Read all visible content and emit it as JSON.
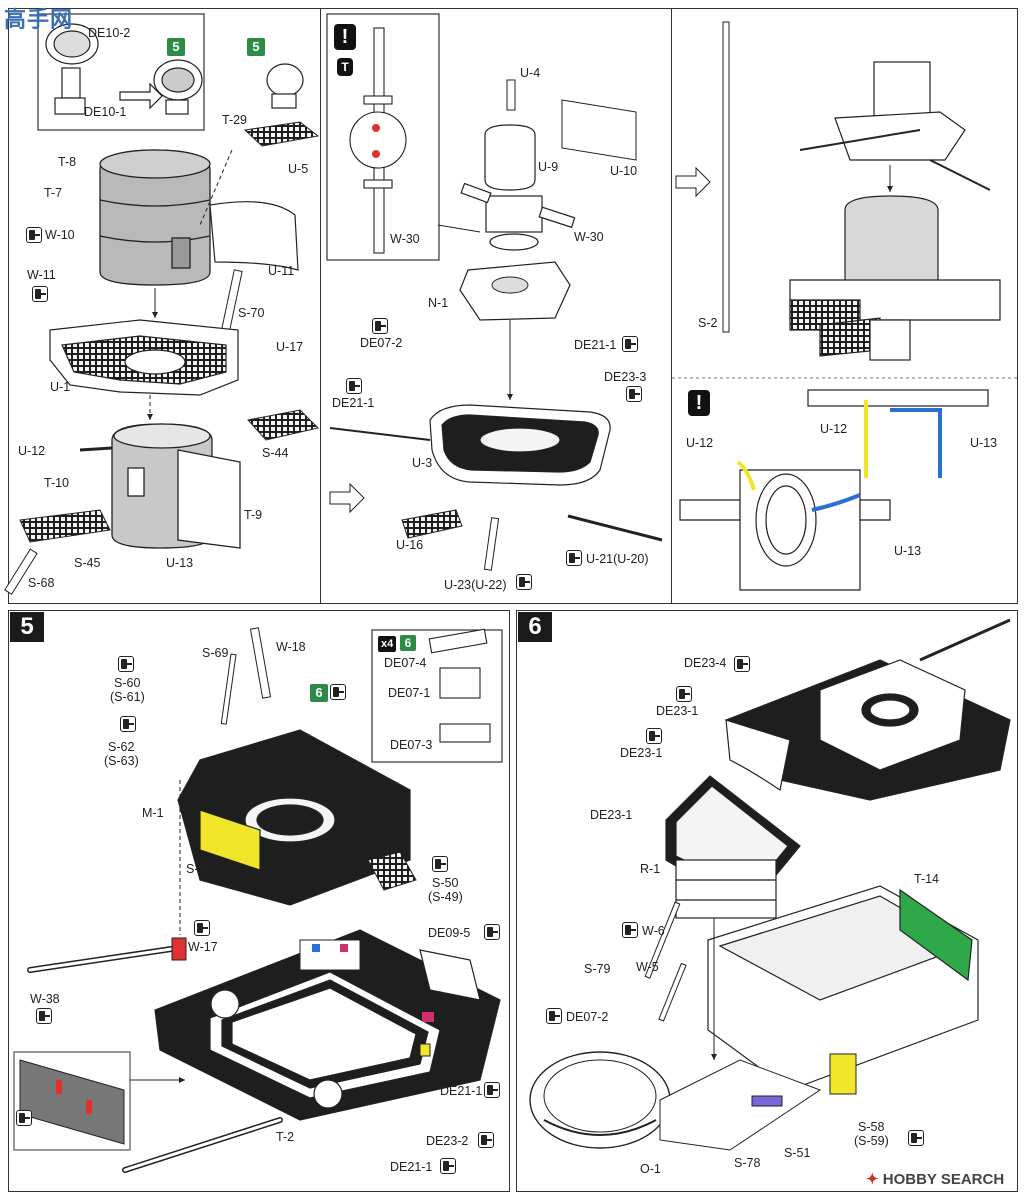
{
  "brand": {
    "top_logo": "高手网",
    "bottom_logo": "HOBBY SEARCH"
  },
  "colors": {
    "gray_tower": "#b9b9b9",
    "yellow_part": "#f2e62a",
    "red_part": "#e03030",
    "blue_pipe": "#2a6fd1",
    "green_part": "#2fa84a",
    "purple_part": "#7a66d8",
    "deck_black": "#1e1e1e",
    "step_green": "#2e8b47"
  },
  "top_left": {
    "inset_step": "5",
    "step_ref": "5",
    "labels": [
      "DE10-2",
      "DE10-1",
      "T-29",
      "T-8",
      "T-7",
      "U-5",
      "W-10",
      "U-11",
      "W-11",
      "S-70",
      "U-17",
      "U-1",
      "U-12",
      "S-44",
      "T-10",
      "T-9",
      "S-45",
      "U-13",
      "S-68"
    ]
  },
  "top_middle": {
    "warning": "!",
    "tool": "T",
    "labels": [
      "U-4",
      "U-10",
      "U-9",
      "W-30",
      "W-30",
      "N-1",
      "DE07-2",
      "DE21-1",
      "DE23-3",
      "DE21-1",
      "U-3",
      "U-16",
      "U-21(U-20)",
      "U-23(U-22)"
    ]
  },
  "top_right": {
    "warning": "!",
    "labels": [
      "S-2",
      "U-12",
      "U-12",
      "U-13",
      "U-13"
    ]
  },
  "step5": {
    "number": "5",
    "detail_qty": "x4",
    "detail_step": "6",
    "step_ref": "6",
    "labels": [
      "S-69",
      "W-18",
      "S-60",
      "(S-61)",
      "S-62",
      "(S-63)",
      "DE07-4",
      "DE07-1",
      "DE07-3",
      "M-1",
      "S-46",
      "S-50",
      "(S-49)",
      "DE09-5",
      "W-17",
      "W-38",
      "DE21-1",
      "DE23-2",
      "DE21-1",
      "T-2"
    ]
  },
  "step6": {
    "number": "6",
    "labels": [
      "DE23-4",
      "DE23-1",
      "DE23-1",
      "DE23-1",
      "R-1",
      "T-14",
      "W-6",
      "W-5",
      "S-79",
      "DE07-2",
      "S-58",
      "(S-59)",
      "S-51",
      "S-78",
      "O-1"
    ]
  }
}
